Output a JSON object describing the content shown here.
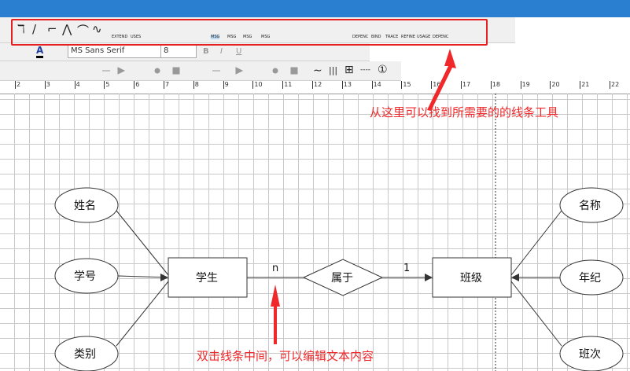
{
  "toolbar": {
    "line_tools": [
      "ℸ",
      "/",
      "⌐",
      "⋀",
      "⌒",
      "∿"
    ],
    "line_labels": [
      "EXTEND",
      "USES",
      "MSG",
      "MSG",
      "MSG",
      "MSG",
      "DEPENC",
      "BIND",
      "TRACE",
      "REFINE",
      "USAGE",
      "DEPENC"
    ],
    "font_name": "MS Sans Serif",
    "font_size": "8",
    "format_buttons": [
      "B",
      "I",
      "U"
    ],
    "misc": [
      "∼",
      "|||",
      "⊞",
      "----",
      "①"
    ]
  },
  "ruler": {
    "ticks": [
      "2",
      "3",
      "4",
      "5",
      "6",
      "7",
      "8",
      "9",
      "10",
      "11",
      "12",
      "13",
      "14",
      "15",
      "16",
      "17",
      "18",
      "19",
      "20",
      "21",
      "22"
    ]
  },
  "diagram": {
    "entities": [
      "学生",
      "班级"
    ],
    "relationship": "属于",
    "attributes_left": [
      "姓名",
      "学号",
      "类别"
    ],
    "attributes_right": [
      "名称",
      "年纪",
      "班次"
    ],
    "cardinality_left": "n",
    "cardinality_right": "1"
  },
  "annotations": {
    "top": "从这里可以找到所需要的的线条工具",
    "bottom": "双击线条中间，可以编辑文本内容",
    "color": "#f0282a"
  }
}
